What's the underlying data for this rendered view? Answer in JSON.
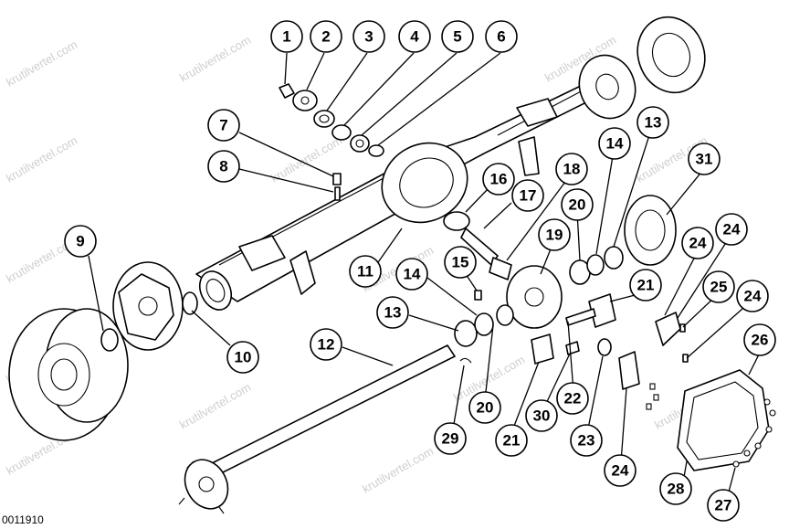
{
  "figure_code": "0011910",
  "watermark": "krutilvertel.com",
  "callouts": [
    "1",
    "2",
    "3",
    "4",
    "5",
    "6",
    "7",
    "8",
    "9",
    "10",
    "11",
    "12",
    "13",
    "14",
    "15",
    "16",
    "17",
    "18",
    "19",
    "20",
    "21",
    "22",
    "23",
    "24",
    "25",
    "26",
    "27",
    "28",
    "29",
    "30",
    "31"
  ],
  "extra_callouts": {
    "c13b": "13",
    "c14b": "14",
    "c20b": "20",
    "c21b": "21",
    "c24b": "24",
    "c24c": "24",
    "c24d": "24"
  },
  "colors": {
    "line": "#000000",
    "background": "#ffffff",
    "watermark": "#cfcfcf"
  }
}
